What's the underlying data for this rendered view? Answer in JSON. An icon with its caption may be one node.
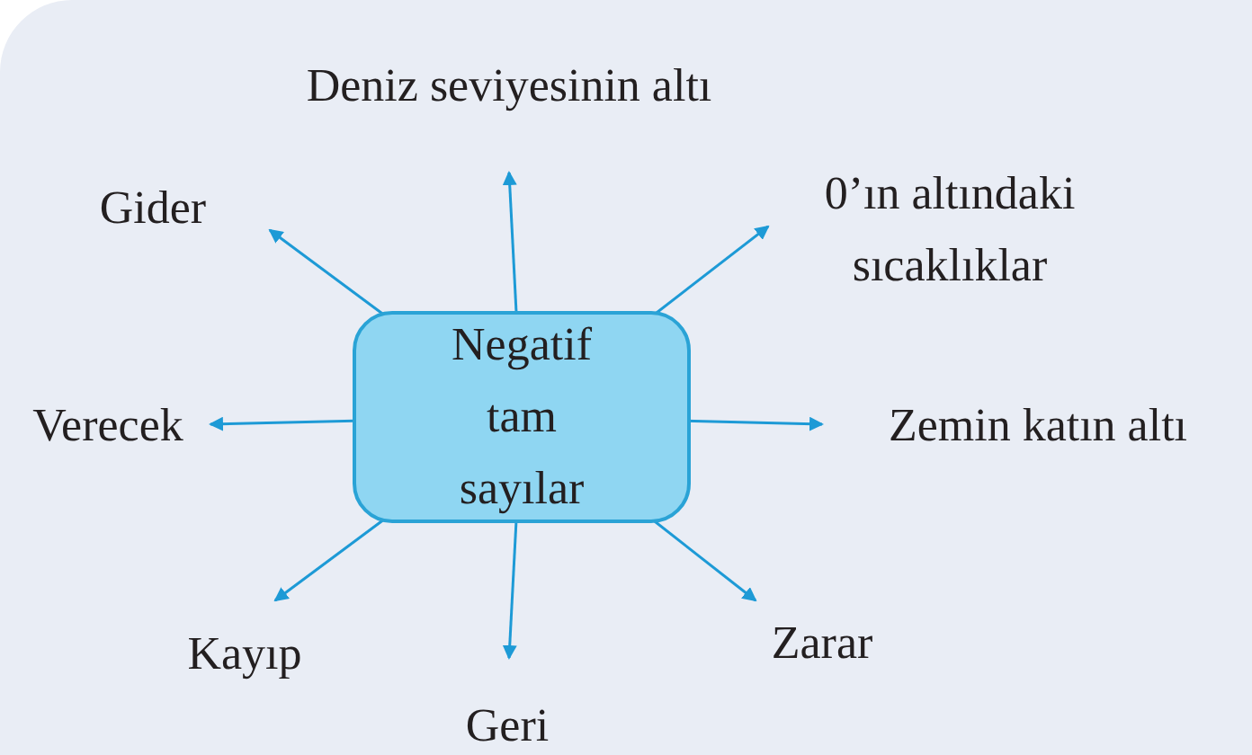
{
  "diagram": {
    "nodes": [
      {
        "text": [
          "Negatif tam sayılar"
        ]
      },
      {
        "text": [
          "Deniz seviyesinin altı"
        ]
      },
      {
        "text": [
          "0’ın altındaki sıcaklıklar"
        ]
      },
      {
        "text": [
          "Zemin katın altı"
        ]
      },
      {
        "text": [
          "Zarar"
        ]
      },
      {
        "text": [
          "Geri"
        ]
      },
      {
        "text": [
          "Kayıp"
        ]
      },
      {
        "text": [
          "Verecek"
        ]
      },
      {
        "text": [
          "Gider"
        ]
      }
    ],
    "edges": [
      {
        "from": 0,
        "to": 1,
        "arrow": "to"
      },
      {
        "from": 0,
        "to": 2,
        "arrow": "to"
      },
      {
        "from": 0,
        "to": 3,
        "arrow": "to"
      },
      {
        "from": 0,
        "to": 4,
        "arrow": "to"
      },
      {
        "from": 0,
        "to": 5,
        "arrow": "to"
      },
      {
        "from": 0,
        "to": 6,
        "arrow": "to"
      },
      {
        "from": 0,
        "to": 7,
        "arrow": "to"
      },
      {
        "from": 0,
        "to": 8,
        "arrow": "to"
      }
    ]
  }
}
